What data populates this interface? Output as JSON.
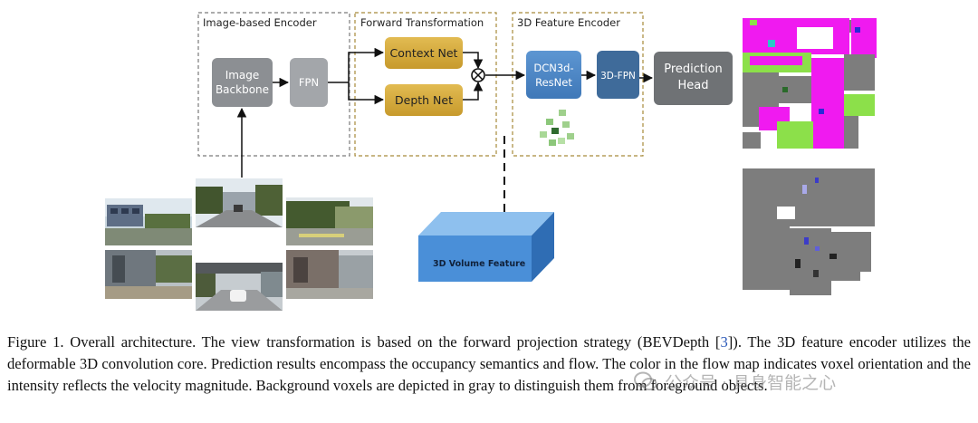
{
  "diagram": {
    "groups": {
      "image_encoder": "Image-based Encoder",
      "forward_transformation": "Forward Transformation",
      "feature_encoder": "3D Feature Encoder"
    },
    "nodes": {
      "image_backbone": [
        "Image",
        "Backbone"
      ],
      "fpn": "FPN",
      "context_net": "Context Net",
      "depth_net": "Depth Net",
      "dcn3d_resnet": [
        "DCN3d-",
        "ResNet"
      ],
      "fpn3d": "3D-FPN",
      "prediction_head": [
        "Prediction",
        "Head"
      ],
      "volume_feature": "3D Volume Feature"
    },
    "colors": {
      "gray_box": "#8c8f93",
      "gold_box": "#d3a93f",
      "blue_box": "#4f88c6",
      "dark_blue_box": "#3f6b9a",
      "head_box": "#6f7275",
      "cube_front": "#4a8fd8",
      "occupancy_magenta": "#f01af0",
      "occupancy_green": "#8ce04a",
      "background_gray": "#7d7d7d"
    }
  },
  "caption": {
    "part1": "Figure 1. Overall architecture. The view transformation is based on the forward projection strategy (BEVDepth [",
    "ref": "3",
    "part2": "]). The 3D feature encoder utilizes the deformable 3D convolution core. Prediction results encompass the occupancy semantics and flow. The color in the flow map indicates voxel orientation and the intensity reflects the velocity magnitude. Background voxels are depicted in gray to distinguish them from foreground objects."
  },
  "watermark": "公众号 · 具身智能之心"
}
